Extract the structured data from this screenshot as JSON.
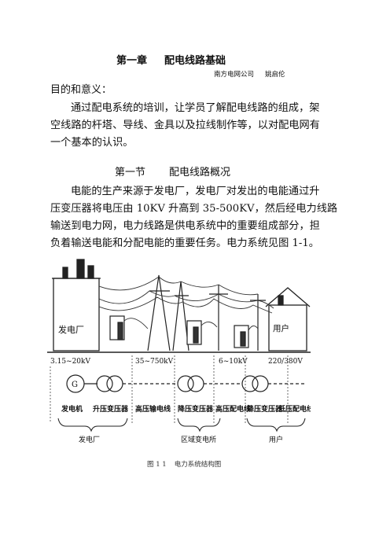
{
  "chapter": {
    "number": "第一章",
    "title": "配电线路基础"
  },
  "author": {
    "org": "南方电网公司",
    "name": "姚启伦"
  },
  "purpose_heading": "目的和意义：",
  "purpose_lines": [
    "通过配电系统的培训，让学员了解配电线路的组成，架",
    "空线路的杆塔、导线、金具以及拉线制作等，以对配电网有",
    "一个基本的认识。"
  ],
  "section": {
    "number": "第一节",
    "title": "配电线路概况"
  },
  "body_lines": [
    "电能的生产来源于发电厂，发电厂对发出的电能通过升",
    "压变压器将电压由 10KV 升高到 35-500KV，然后经电力线路",
    "输送到电力网，电力线路是供电系统中的重要组成部分，担",
    "负着输送电能和分配电能的重要任务。电力系统见图 1-1。"
  ],
  "diagram": {
    "building_left": "发电厂",
    "building_right": "用户",
    "voltages": [
      "3.15~20kV",
      "35~750kV",
      "6~10kV",
      "220/380V"
    ],
    "generator_symbol": "G",
    "components": [
      "发电机",
      "升压变压器",
      "高压输电线",
      "降压变压器",
      "高压配电线",
      "降压变压器",
      "低压配电线"
    ],
    "groups": [
      "发电厂",
      "区域变电所",
      "用户"
    ]
  },
  "caption": {
    "number": "图 1 1",
    "text": "电力系统结构图"
  }
}
